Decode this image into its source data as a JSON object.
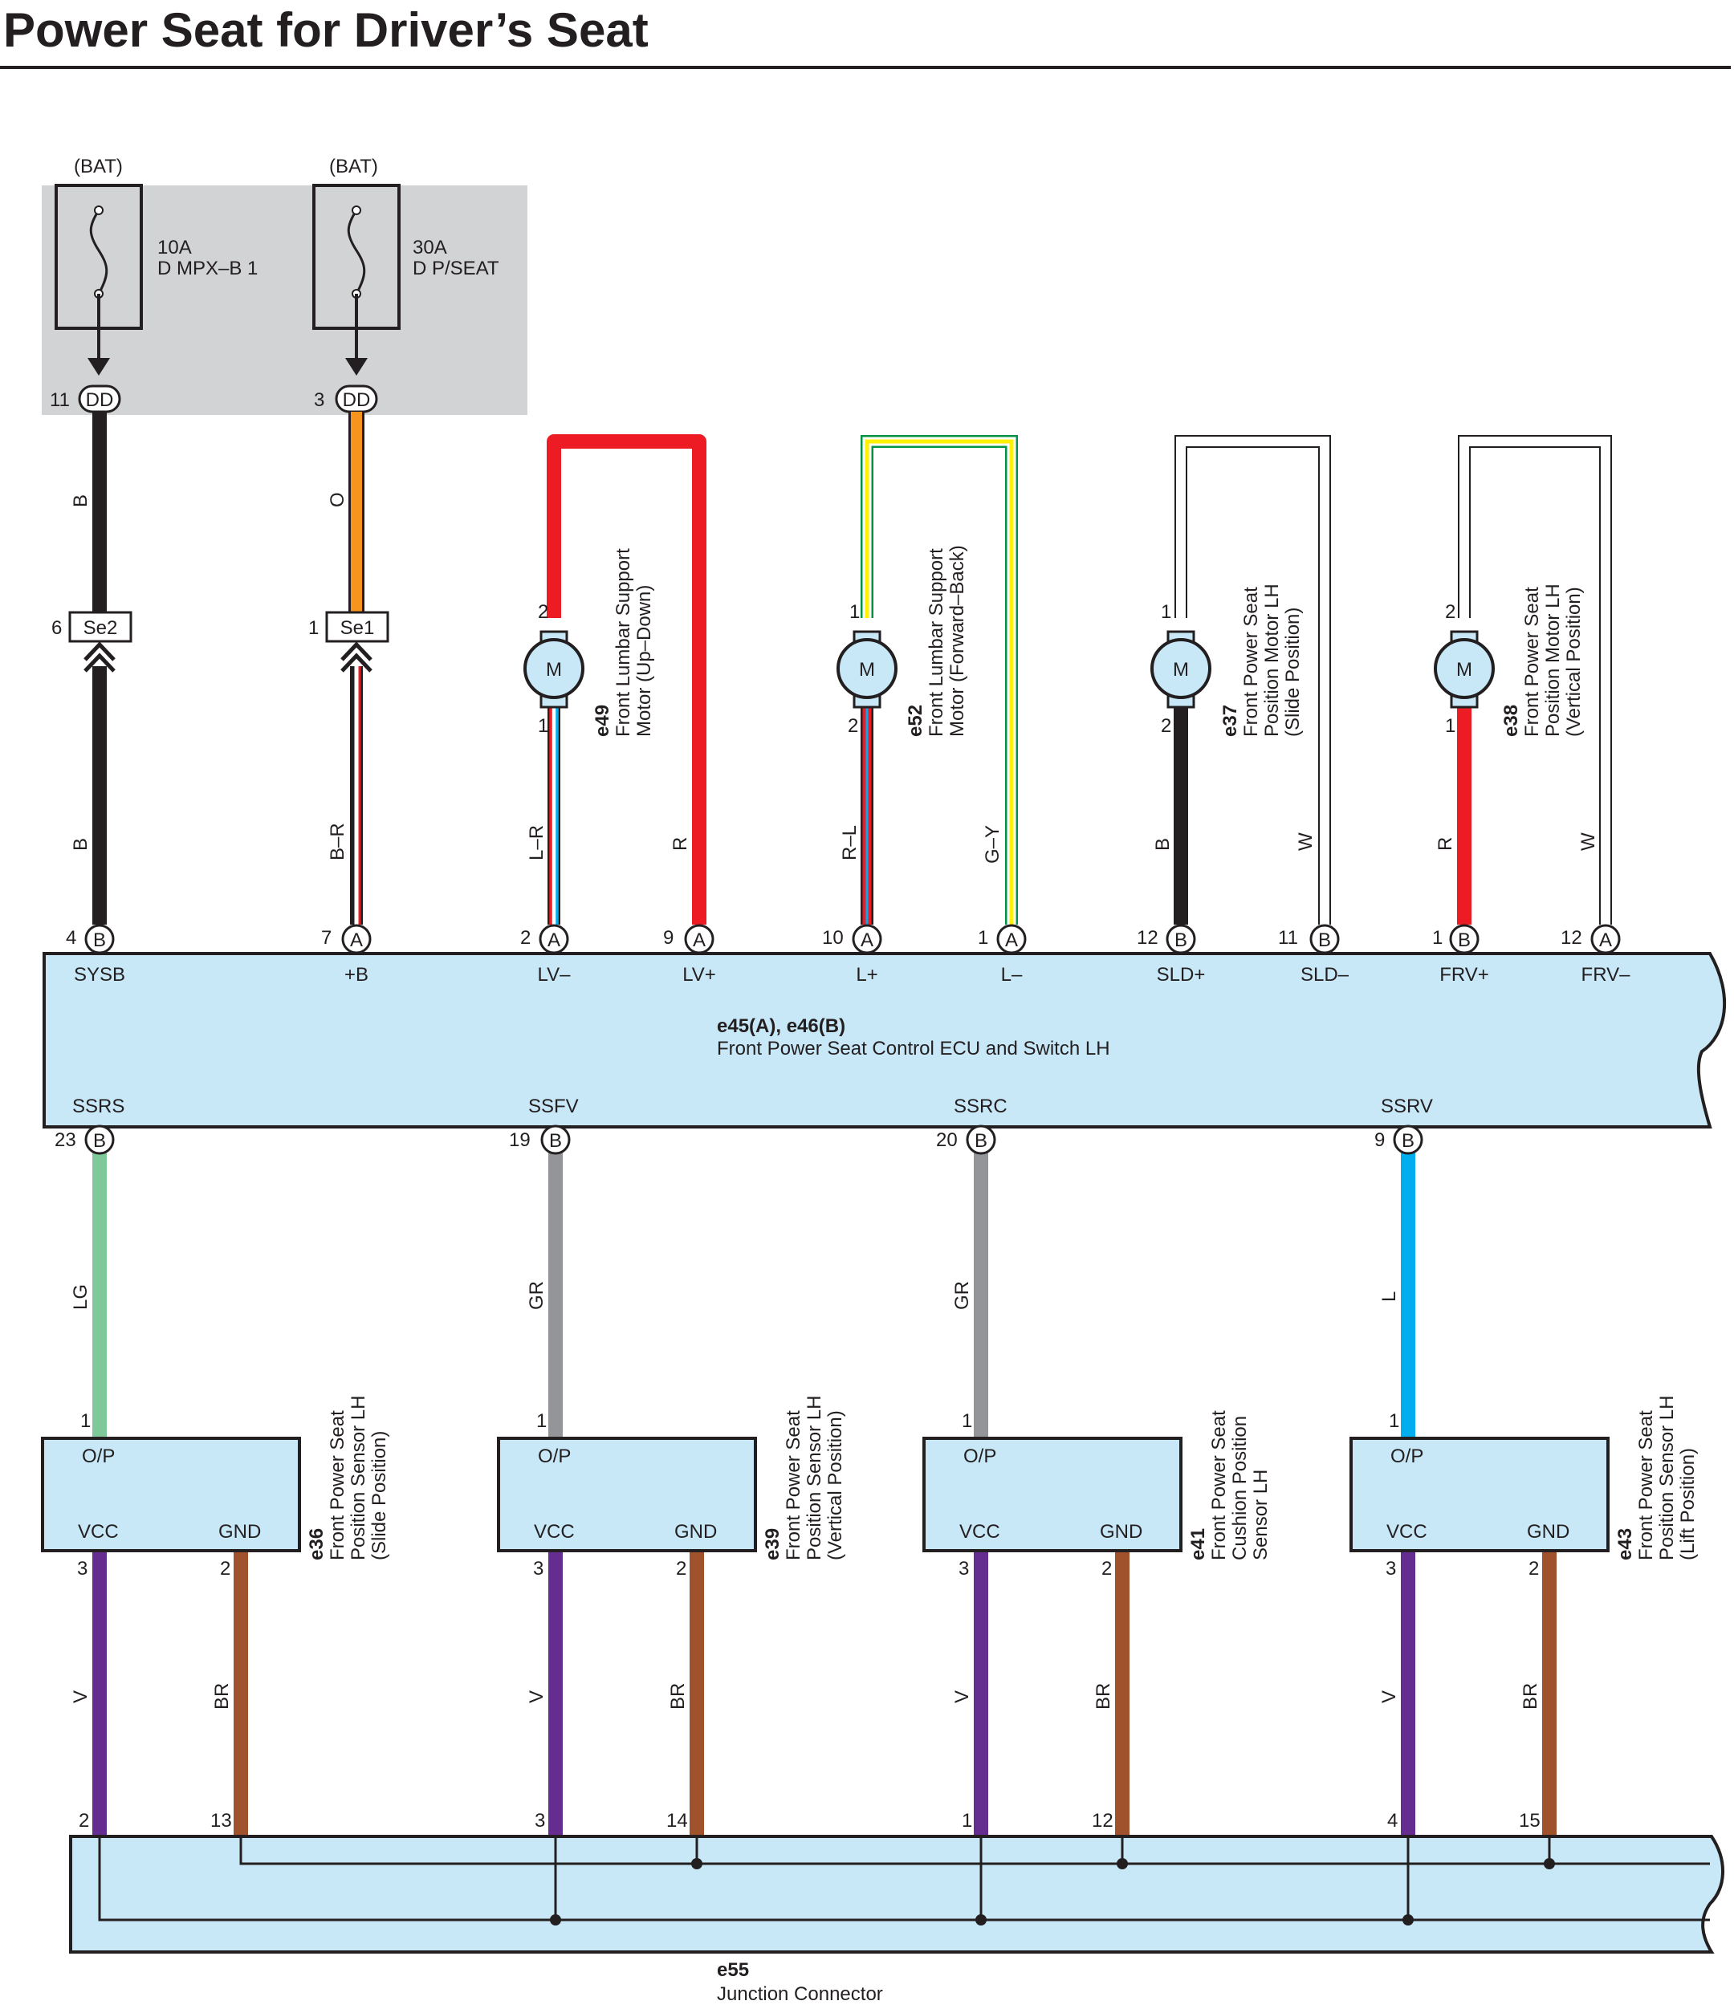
{
  "title": "Power Seat for Driver’s Seat",
  "colors": {
    "B": "#231f20",
    "O": "#f7941d",
    "R": "#ed1c24",
    "W": "#ffffff",
    "L": "#00aeef",
    "G": "#009444",
    "Y": "#fff200",
    "GR": "#939598",
    "LG": "#7ec89a",
    "V": "#662d91",
    "BR": "#a0522d",
    "connector": "#c8e8f8",
    "fuse_area": "#d1d3d4"
  },
  "fuses": [
    {
      "source": "(BAT)",
      "amps": "10A",
      "name": "D MPX–B 1",
      "pin": "11",
      "connector": "DD",
      "wire": "B"
    },
    {
      "source": "(BAT)",
      "amps": "30A",
      "name": "D P/SEAT",
      "pin": "3",
      "connector": "DD",
      "wire": "O"
    }
  ],
  "joints": [
    {
      "pin": "6",
      "id": "Se2",
      "wire_below": "B"
    },
    {
      "pin": "1",
      "id": "Se1",
      "wire_below": "B–R"
    }
  ],
  "motors": [
    {
      "code": "e49",
      "line1": "Front Lumbar Support",
      "line2": "Motor (Up–Down)",
      "line3": "",
      "symbol": "M",
      "pin_top": "2",
      "pin_bottom": "1",
      "wire_bottom": "L–R",
      "wire_return": "R"
    },
    {
      "code": "e52",
      "line1": "Front Lumbar Support",
      "line2": "Motor (Forward–Back)",
      "line3": "",
      "symbol": "M",
      "pin_top": "1",
      "pin_bottom": "2",
      "wire_bottom": "R–L",
      "wire_return": "G–Y"
    },
    {
      "code": "e37",
      "line1": "Front Power Seat",
      "line2": "Position Motor LH",
      "line3": "(Slide Position)",
      "symbol": "M",
      "pin_top": "1",
      "pin_bottom": "2",
      "wire_bottom": "B",
      "wire_return": "W"
    },
    {
      "code": "e38",
      "line1": "Front Power Seat",
      "line2": "Position Motor LH",
      "line3": "(Vertical Position)",
      "symbol": "M",
      "pin_top": "2",
      "pin_bottom": "1",
      "wire_bottom": "R",
      "wire_return": "W"
    }
  ],
  "ecu": {
    "code": "e45(A), e46(B)",
    "name": "Front Power Seat Control ECU and Switch LH",
    "top_terminals": [
      {
        "num": "4",
        "conn": "B",
        "label": "SYSB"
      },
      {
        "num": "7",
        "conn": "A",
        "label": "+B"
      },
      {
        "num": "2",
        "conn": "A",
        "label": "LV–"
      },
      {
        "num": "9",
        "conn": "A",
        "label": "LV+"
      },
      {
        "num": "10",
        "conn": "A",
        "label": "L+"
      },
      {
        "num": "1",
        "conn": "A",
        "label": "L–"
      },
      {
        "num": "12",
        "conn": "B",
        "label": "SLD+"
      },
      {
        "num": "11",
        "conn": "B",
        "label": "SLD–"
      },
      {
        "num": "1",
        "conn": "B",
        "label": "FRV+"
      },
      {
        "num": "12",
        "conn": "A",
        "label": "FRV–"
      }
    ],
    "bottom_terminals": [
      {
        "num": "23",
        "conn": "B",
        "label": "SSRS"
      },
      {
        "num": "19",
        "conn": "B",
        "label": "SSFV"
      },
      {
        "num": "20",
        "conn": "B",
        "label": "SSRC"
      },
      {
        "num": "9",
        "conn": "B",
        "label": "SSRV"
      }
    ]
  },
  "wire_labels_top": [
    "B",
    "O",
    "B",
    "B–R",
    "L–R",
    "R",
    "R–L",
    "G–Y",
    "B",
    "W",
    "R",
    "W"
  ],
  "sensors": [
    {
      "code": "e36",
      "line1": "Front Power Seat",
      "line2": "Position Sensor LH",
      "line3": "(Slide Position)",
      "op": "O/P",
      "vcc": "VCC",
      "gnd": "GND",
      "pin_op": "1",
      "pin_vcc": "3",
      "pin_gnd": "2",
      "wire_op": "LG",
      "wire_vcc": "V",
      "wire_gnd": "BR"
    },
    {
      "code": "e39",
      "line1": "Front Power Seat",
      "line2": "Position Sensor LH",
      "line3": "(Vertical Position)",
      "op": "O/P",
      "vcc": "VCC",
      "gnd": "GND",
      "pin_op": "1",
      "pin_vcc": "3",
      "pin_gnd": "2",
      "wire_op": "GR",
      "wire_vcc": "V",
      "wire_gnd": "BR"
    },
    {
      "code": "e41",
      "line1": "Front Power Seat",
      "line2": "Cushion Position",
      "line3": "Sensor LH",
      "op": "O/P",
      "vcc": "VCC",
      "gnd": "GND",
      "pin_op": "1",
      "pin_vcc": "3",
      "pin_gnd": "2",
      "wire_op": "GR",
      "wire_vcc": "V",
      "wire_gnd": "BR"
    },
    {
      "code": "e43",
      "line1": "Front Power Seat",
      "line2": "Position Sensor LH",
      "line3": "(Lift Position)",
      "op": "O/P",
      "vcc": "VCC",
      "gnd": "GND",
      "pin_op": "1",
      "pin_vcc": "3",
      "pin_gnd": "2",
      "wire_op": "L",
      "wire_vcc": "V",
      "wire_gnd": "BR"
    }
  ],
  "junction": {
    "code": "e55",
    "name": "Junction Connector",
    "pins": [
      "2",
      "13",
      "3",
      "14",
      "1",
      "12",
      "4",
      "15"
    ]
  }
}
